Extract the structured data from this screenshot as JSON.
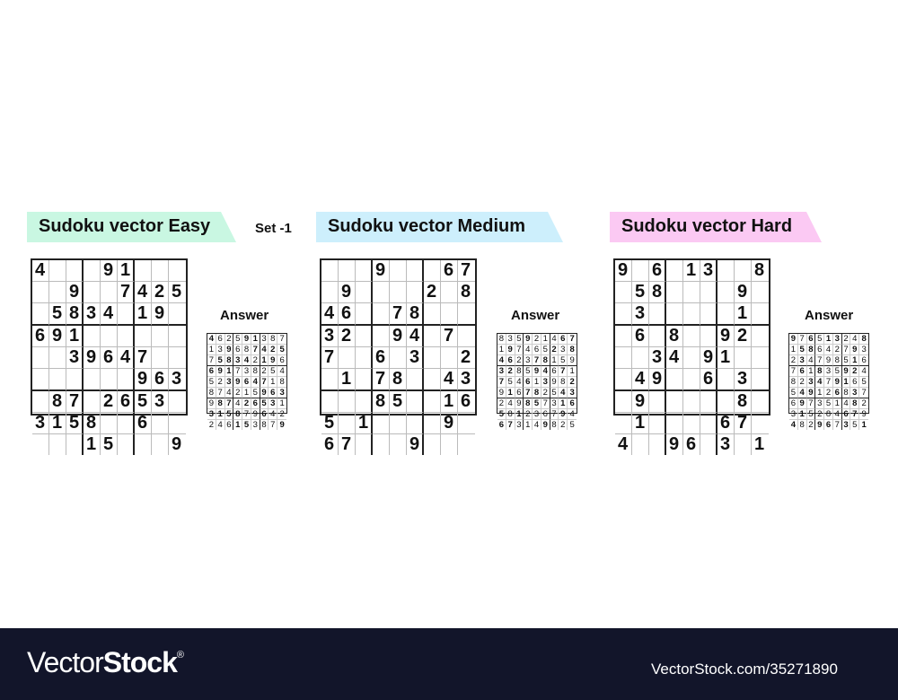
{
  "set_label": "Set -1",
  "answer_label": "Answer",
  "puzzles": [
    {
      "title": "Sudoku vector Easy",
      "banner_color": "#c9f7e2",
      "grid": [
        [
          "4",
          "",
          "",
          "",
          "9",
          "1",
          "",
          "",
          ""
        ],
        [
          "",
          "",
          "9",
          "",
          "",
          "7",
          "4",
          "2",
          "5"
        ],
        [
          "",
          "5",
          "8",
          "3",
          "4",
          "",
          "1",
          "9",
          ""
        ],
        [
          "6",
          "9",
          "1",
          "",
          "",
          "",
          "",
          "",
          ""
        ],
        [
          "",
          "",
          "3",
          "9",
          "6",
          "4",
          "7",
          "",
          ""
        ],
        [
          "",
          "",
          "",
          "",
          "",
          "",
          "9",
          "6",
          "3"
        ],
        [
          "",
          "8",
          "7",
          "",
          "2",
          "6",
          "5",
          "3",
          ""
        ],
        [
          "3",
          "1",
          "5",
          "8",
          "",
          "",
          "6",
          "",
          ""
        ],
        [
          "",
          "",
          "",
          "1",
          "5",
          "",
          "",
          "",
          "9"
        ]
      ],
      "answer": [
        [
          "4",
          "6",
          "2",
          "5",
          "9",
          "1",
          "3",
          "8",
          "7"
        ],
        [
          "1",
          "3",
          "9",
          "6",
          "8",
          "7",
          "4",
          "2",
          "5"
        ],
        [
          "7",
          "5",
          "8",
          "3",
          "4",
          "2",
          "1",
          "9",
          "6"
        ],
        [
          "6",
          "9",
          "1",
          "7",
          "3",
          "8",
          "2",
          "5",
          "4"
        ],
        [
          "5",
          "2",
          "3",
          "9",
          "6",
          "4",
          "7",
          "1",
          "8"
        ],
        [
          "8",
          "7",
          "4",
          "2",
          "1",
          "5",
          "9",
          "6",
          "3"
        ],
        [
          "9",
          "8",
          "7",
          "4",
          "2",
          "6",
          "5",
          "3",
          "1"
        ],
        [
          "3",
          "1",
          "5",
          "8",
          "7",
          "9",
          "6",
          "4",
          "2"
        ],
        [
          "2",
          "4",
          "6",
          "1",
          "5",
          "3",
          "8",
          "7",
          "9"
        ]
      ]
    },
    {
      "title": "Sudoku vector Medium",
      "banner_color": "#cdeffc",
      "grid": [
        [
          "",
          "",
          "",
          "9",
          "",
          "",
          "",
          "6",
          "7"
        ],
        [
          "",
          "9",
          "",
          "",
          "",
          "",
          "2",
          "",
          "8"
        ],
        [
          "4",
          "6",
          "",
          "",
          "7",
          "8",
          "",
          "",
          ""
        ],
        [
          "3",
          "2",
          "",
          "",
          "9",
          "4",
          "",
          "7",
          ""
        ],
        [
          "7",
          "",
          "",
          "6",
          "",
          "3",
          "",
          "",
          "2"
        ],
        [
          "",
          "1",
          "",
          "7",
          "8",
          "",
          "",
          "4",
          "3"
        ],
        [
          "",
          "",
          "",
          "8",
          "5",
          "",
          "",
          "1",
          "6"
        ],
        [
          "5",
          "",
          "1",
          "",
          "",
          "",
          "",
          "9",
          ""
        ],
        [
          "6",
          "7",
          "",
          "",
          "",
          "9",
          "",
          "",
          ""
        ]
      ],
      "answer": [
        [
          "8",
          "3",
          "5",
          "9",
          "2",
          "1",
          "4",
          "6",
          "7"
        ],
        [
          "1",
          "9",
          "7",
          "4",
          "6",
          "5",
          "2",
          "3",
          "8"
        ],
        [
          "4",
          "6",
          "2",
          "3",
          "7",
          "8",
          "1",
          "5",
          "9"
        ],
        [
          "3",
          "2",
          "8",
          "5",
          "9",
          "4",
          "6",
          "7",
          "1"
        ],
        [
          "7",
          "5",
          "4",
          "6",
          "1",
          "3",
          "9",
          "8",
          "2"
        ],
        [
          "9",
          "1",
          "6",
          "7",
          "8",
          "2",
          "5",
          "4",
          "3"
        ],
        [
          "2",
          "4",
          "9",
          "8",
          "5",
          "7",
          "3",
          "1",
          "6"
        ],
        [
          "5",
          "8",
          "1",
          "2",
          "3",
          "6",
          "7",
          "9",
          "4"
        ],
        [
          "6",
          "7",
          "3",
          "1",
          "4",
          "9",
          "8",
          "2",
          "5"
        ]
      ]
    },
    {
      "title": "Sudoku vector Hard",
      "banner_color": "#fbc9f3",
      "grid": [
        [
          "9",
          "",
          "6",
          "",
          "1",
          "3",
          "",
          "",
          "8"
        ],
        [
          "",
          "5",
          "8",
          "",
          "",
          "",
          "",
          "9",
          ""
        ],
        [
          "",
          "3",
          "",
          "",
          "",
          "",
          "",
          "1",
          ""
        ],
        [
          "",
          "6",
          "",
          "8",
          "",
          "",
          "9",
          "2",
          ""
        ],
        [
          "",
          "",
          "3",
          "4",
          "",
          "9",
          "1",
          "",
          ""
        ],
        [
          "",
          "4",
          "9",
          "",
          "",
          "6",
          "",
          "3",
          ""
        ],
        [
          "",
          "9",
          "",
          "",
          "",
          "",
          "",
          "8",
          ""
        ],
        [
          "",
          "1",
          "",
          "",
          "",
          "",
          "6",
          "7",
          ""
        ],
        [
          "4",
          "",
          "",
          "9",
          "6",
          "",
          "3",
          "",
          "1"
        ]
      ],
      "answer": [
        [
          "9",
          "7",
          "6",
          "5",
          "1",
          "3",
          "2",
          "4",
          "8"
        ],
        [
          "1",
          "5",
          "8",
          "6",
          "4",
          "2",
          "7",
          "9",
          "3"
        ],
        [
          "2",
          "3",
          "4",
          "7",
          "9",
          "8",
          "5",
          "1",
          "6"
        ],
        [
          "7",
          "6",
          "1",
          "8",
          "3",
          "5",
          "9",
          "2",
          "4"
        ],
        [
          "8",
          "2",
          "3",
          "4",
          "7",
          "9",
          "1",
          "6",
          "5"
        ],
        [
          "5",
          "4",
          "9",
          "1",
          "2",
          "6",
          "8",
          "3",
          "7"
        ],
        [
          "6",
          "9",
          "7",
          "3",
          "5",
          "1",
          "4",
          "8",
          "2"
        ],
        [
          "3",
          "1",
          "5",
          "2",
          "8",
          "4",
          "6",
          "7",
          "9"
        ],
        [
          "4",
          "8",
          "2",
          "9",
          "6",
          "7",
          "3",
          "5",
          "1"
        ]
      ]
    }
  ],
  "footer": {
    "logo_light": "Vector",
    "logo_bold": "Stock",
    "logo_mark": "®",
    "url": "VectorStock.com/35271890",
    "background": "#12152a"
  }
}
